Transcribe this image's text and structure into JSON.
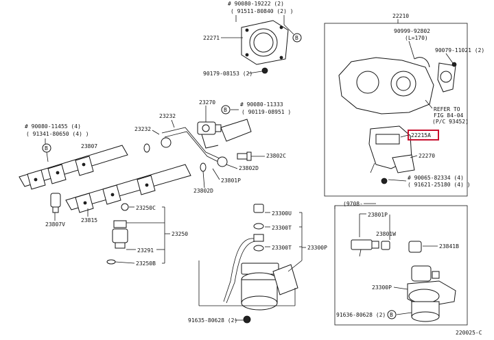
{
  "diagram_id": "220025-C",
  "labels": {
    "t1a": "# 90080-19222 (2)",
    "t1b": "( 91511-80840 (2) )",
    "p22271": "22271",
    "p90179": "90179-08153 (2)",
    "p22210": "22210",
    "p90999a": "90999-92802",
    "p90999b": "(L=170)",
    "p90079": "90079-11021 (2)",
    "ref1": "REFER TO",
    "ref2": "FIG 84-04",
    "ref3": "(P/C 93452)",
    "p22215A": "22215A",
    "p22270": "22270",
    "p90065a": "# 90065-82334 (4)",
    "p90065b": "( 91621-25180 (4) )",
    "p90080b": "# 90080-11333",
    "p90119": "( 90119-08951 )",
    "p23270": "23270",
    "p23232a": "23232",
    "p23232b": "23232",
    "p90080c": "# 90080-11455 (4)",
    "p91341": "( 91341-80650 (4) )",
    "p23807": "23807",
    "p23802C": "23802C",
    "p23802D1": "23802D",
    "p23802D2": "23802D",
    "p23801P1": "23801P",
    "p23807V": "23807V",
    "p23815": "23815",
    "p23250C": "23250C",
    "p23250": "23250",
    "p23291": "23291",
    "p23250B": "23250B",
    "p23300U": "23300U",
    "p23300T1": "23300T",
    "p23300T2": "23300T",
    "p23300P1": "23300P",
    "p91635": "91635-80628 (2)",
    "p9708": "(9708-",
    "p23801P2": "23801P",
    "p23801W": "23801W",
    "p23841B": "23841B",
    "p23300P2": "23300P",
    "p91636": "91636-80628 (2)",
    "b": "B"
  },
  "highlight_part": "22215A",
  "highlight_color": "#c8102e"
}
